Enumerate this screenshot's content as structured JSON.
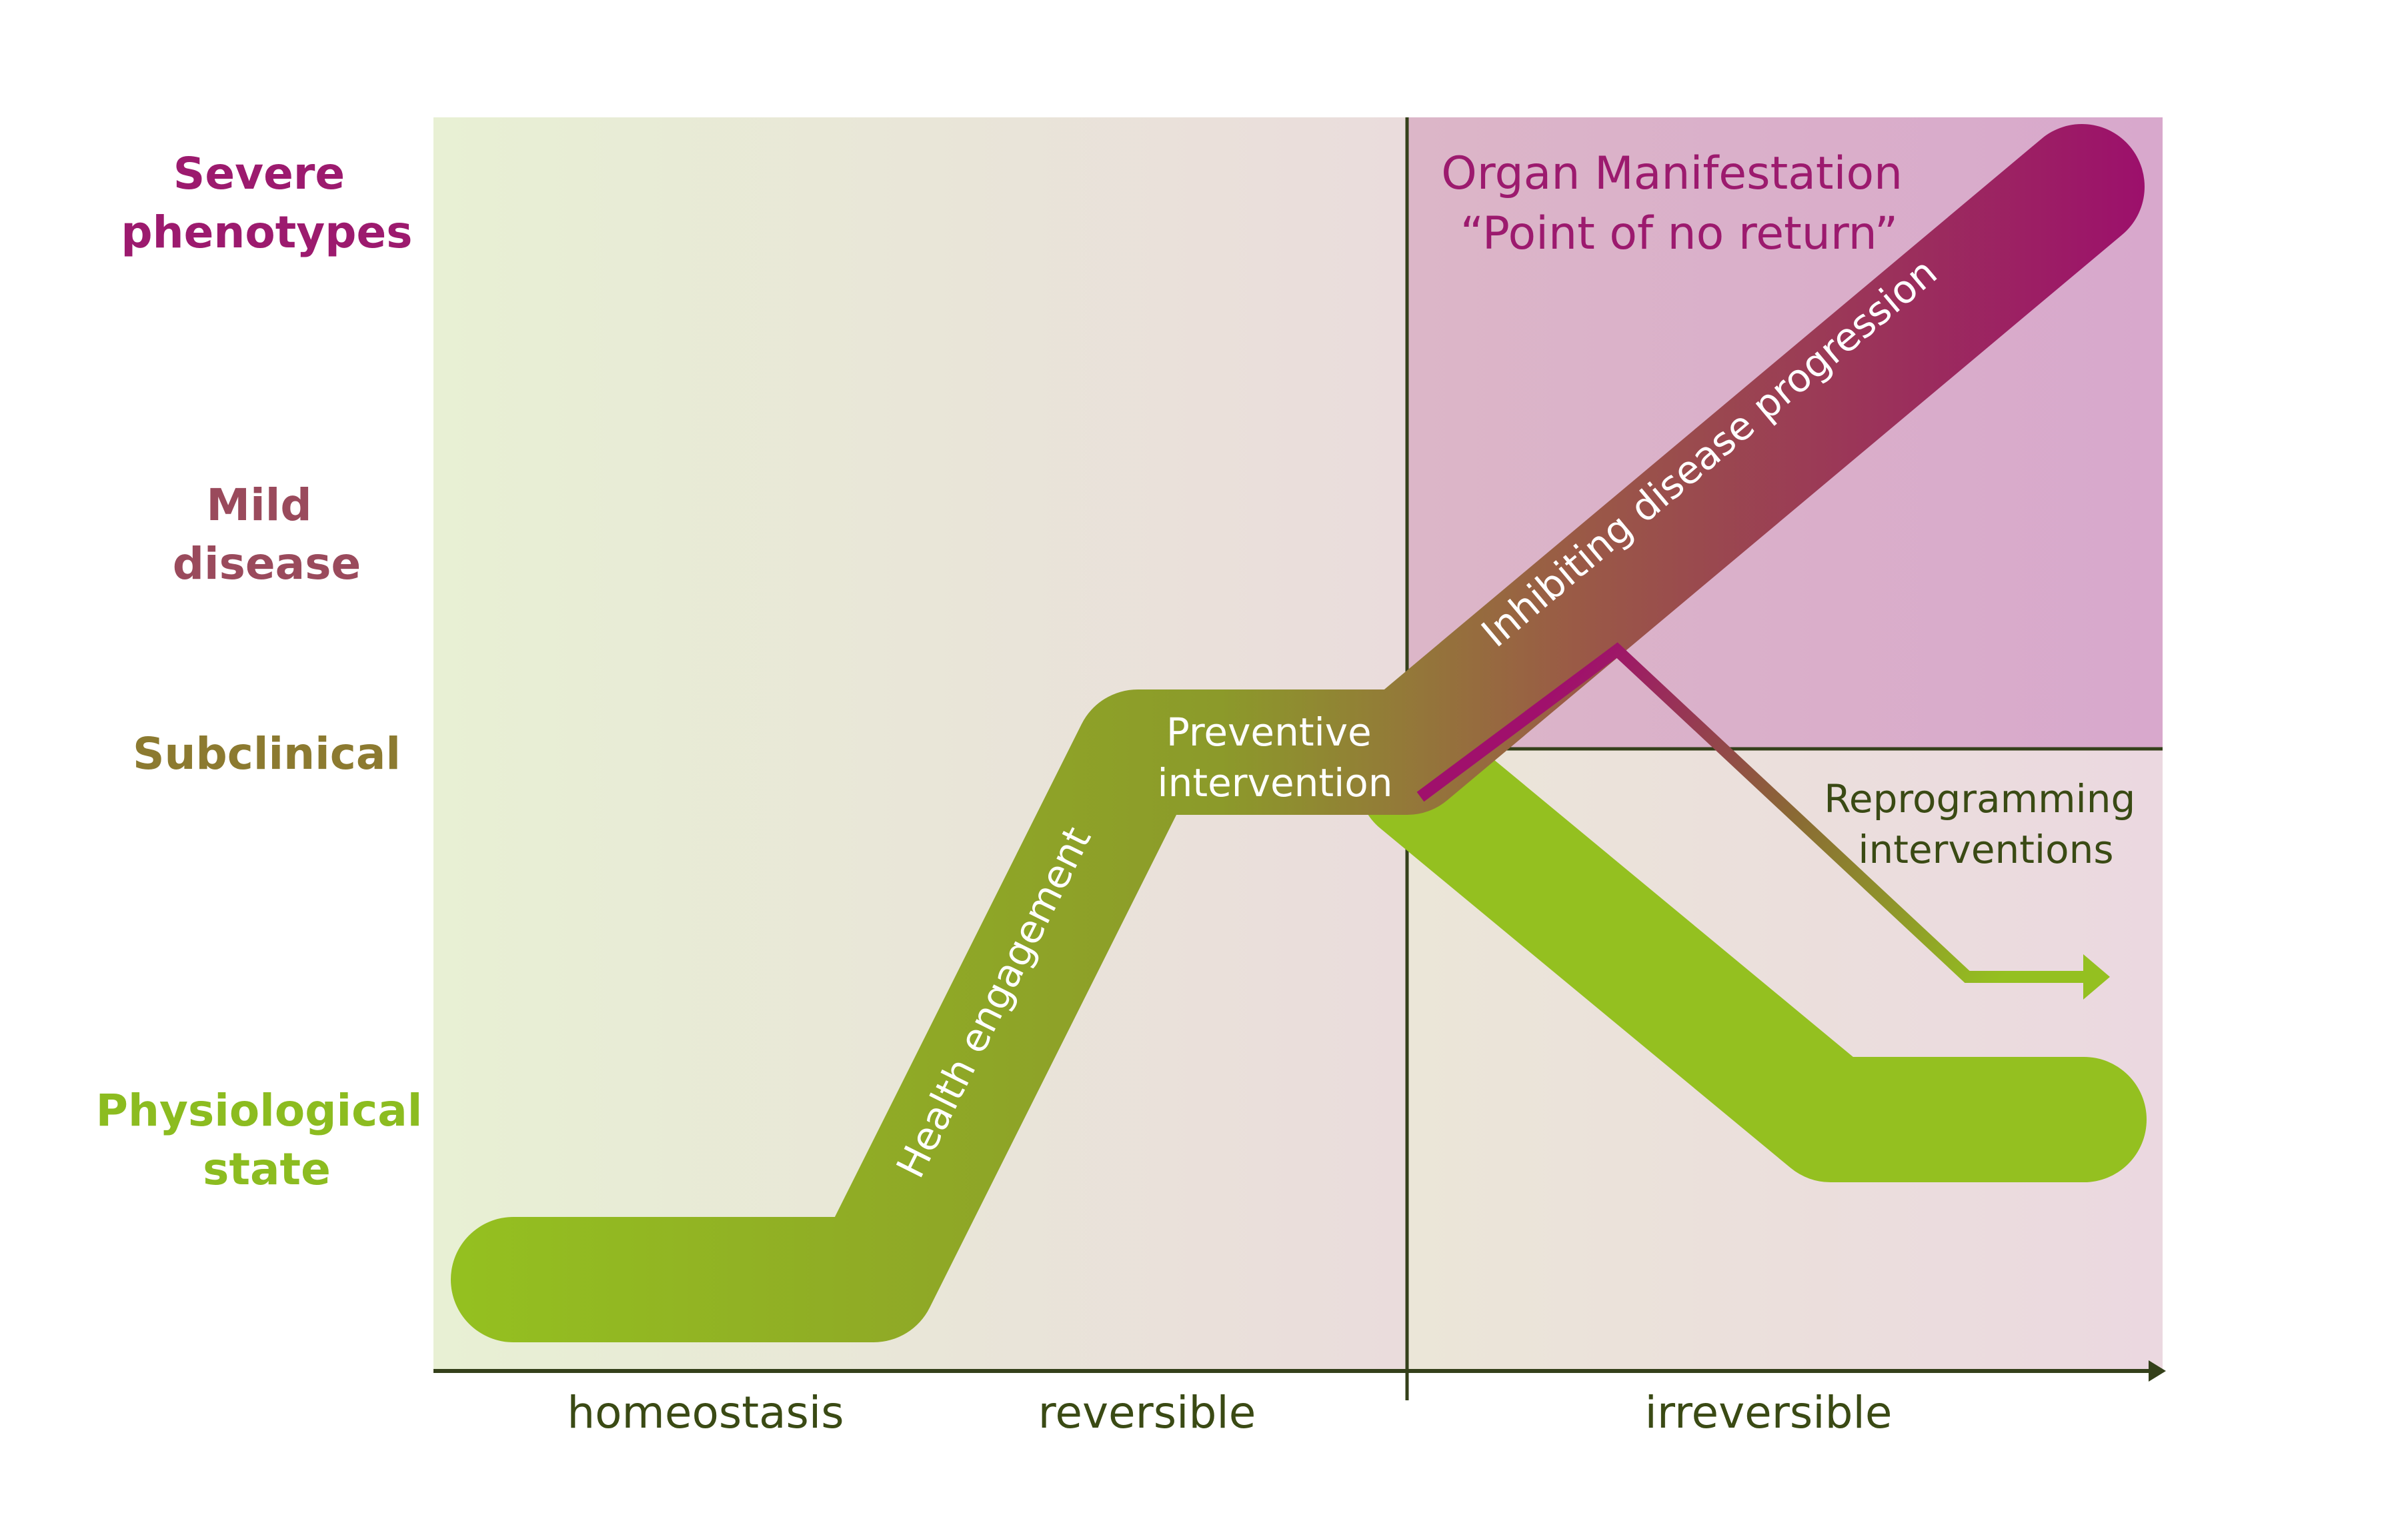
{
  "y_levels": {
    "severe": [
      "Severe",
      "phenotypes"
    ],
    "mild": [
      "Mild",
      "disease"
    ],
    "subclinical": "Subclinical",
    "physiological": [
      "Physiological",
      "state"
    ]
  },
  "x_stages": {
    "homeostasis": "homeostasis",
    "reversible": "reversible",
    "irreversible": "irreversible"
  },
  "zone": {
    "title": [
      "Organ Manifestation",
      "“Point of no return”"
    ]
  },
  "bands": {
    "health_engagement": "Health engagement",
    "preventive": [
      "Preventive",
      "intervention"
    ],
    "inhibiting": "Inhibiting disease progression"
  },
  "reprogramming": [
    "Reprogramming",
    "interventions"
  ],
  "colors": {
    "green": "#94c020",
    "olive": "#8c9a2a",
    "brown": "#9a5a46",
    "magenta": "#9c0f6c",
    "dark_line": "#34401a",
    "severe_text": "#9c1a6e",
    "mild_text": "#9a4a5c",
    "subclinical_text": "#8c7a30",
    "physiological_text": "#8cbc20",
    "zone_bg": "#d8a8cc",
    "zone_text": "#9c1a6e",
    "reprogramming_text": "#3a4a14"
  }
}
